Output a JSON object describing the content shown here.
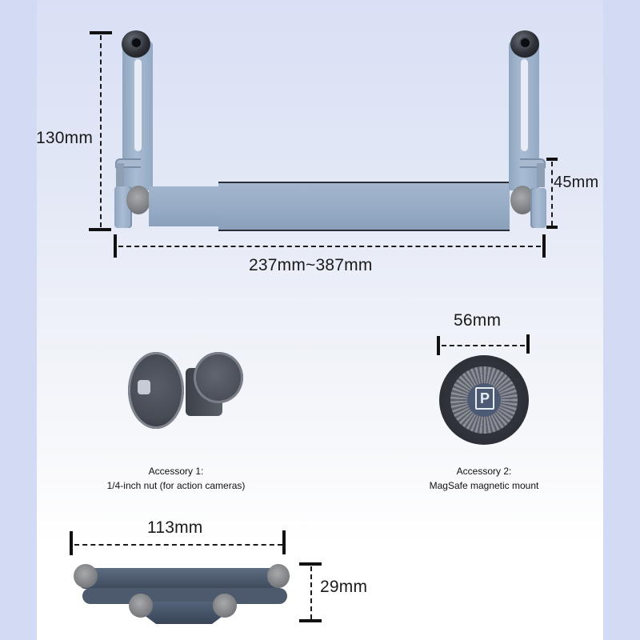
{
  "main_bracket": {
    "height_label": "130mm",
    "hinge_label": "45mm",
    "length_label": "237mm~387mm"
  },
  "accessories": [
    {
      "title": "Accessory 1:",
      "description": "1/4-inch nut (for action cameras)"
    },
    {
      "size_label": "56mm",
      "title": "Accessory 2:",
      "description": "MagSafe magnetic mount",
      "logo_letter": "P"
    }
  ],
  "clamp": {
    "width_label": "113mm",
    "height_label": "29mm"
  },
  "colors": {
    "background_side": "#d3dbf4",
    "metal_blue": "#9db1ca",
    "dark_metal": "#2c2f35",
    "dimension_line": "#1a1a1a"
  }
}
